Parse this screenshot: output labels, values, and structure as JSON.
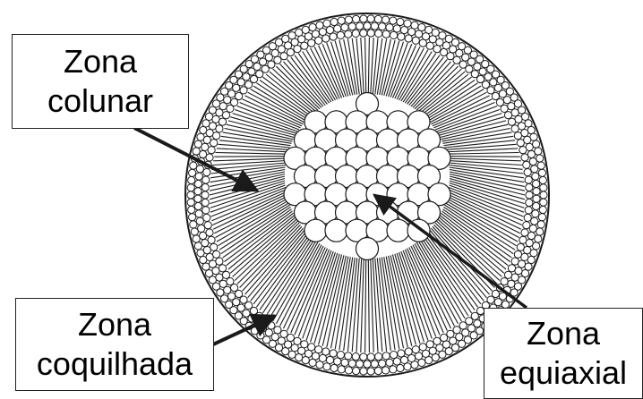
{
  "labels": {
    "colunar": {
      "line1": "Zona",
      "line2": "colunar"
    },
    "coquilhada": {
      "line1": "Zona",
      "line2": "coquilhada"
    },
    "equiaxial": {
      "line1": "Zona",
      "line2": "equiaxial"
    }
  },
  "colors": {
    "ink": "#1a1a1a",
    "background": "#ffffff"
  }
}
